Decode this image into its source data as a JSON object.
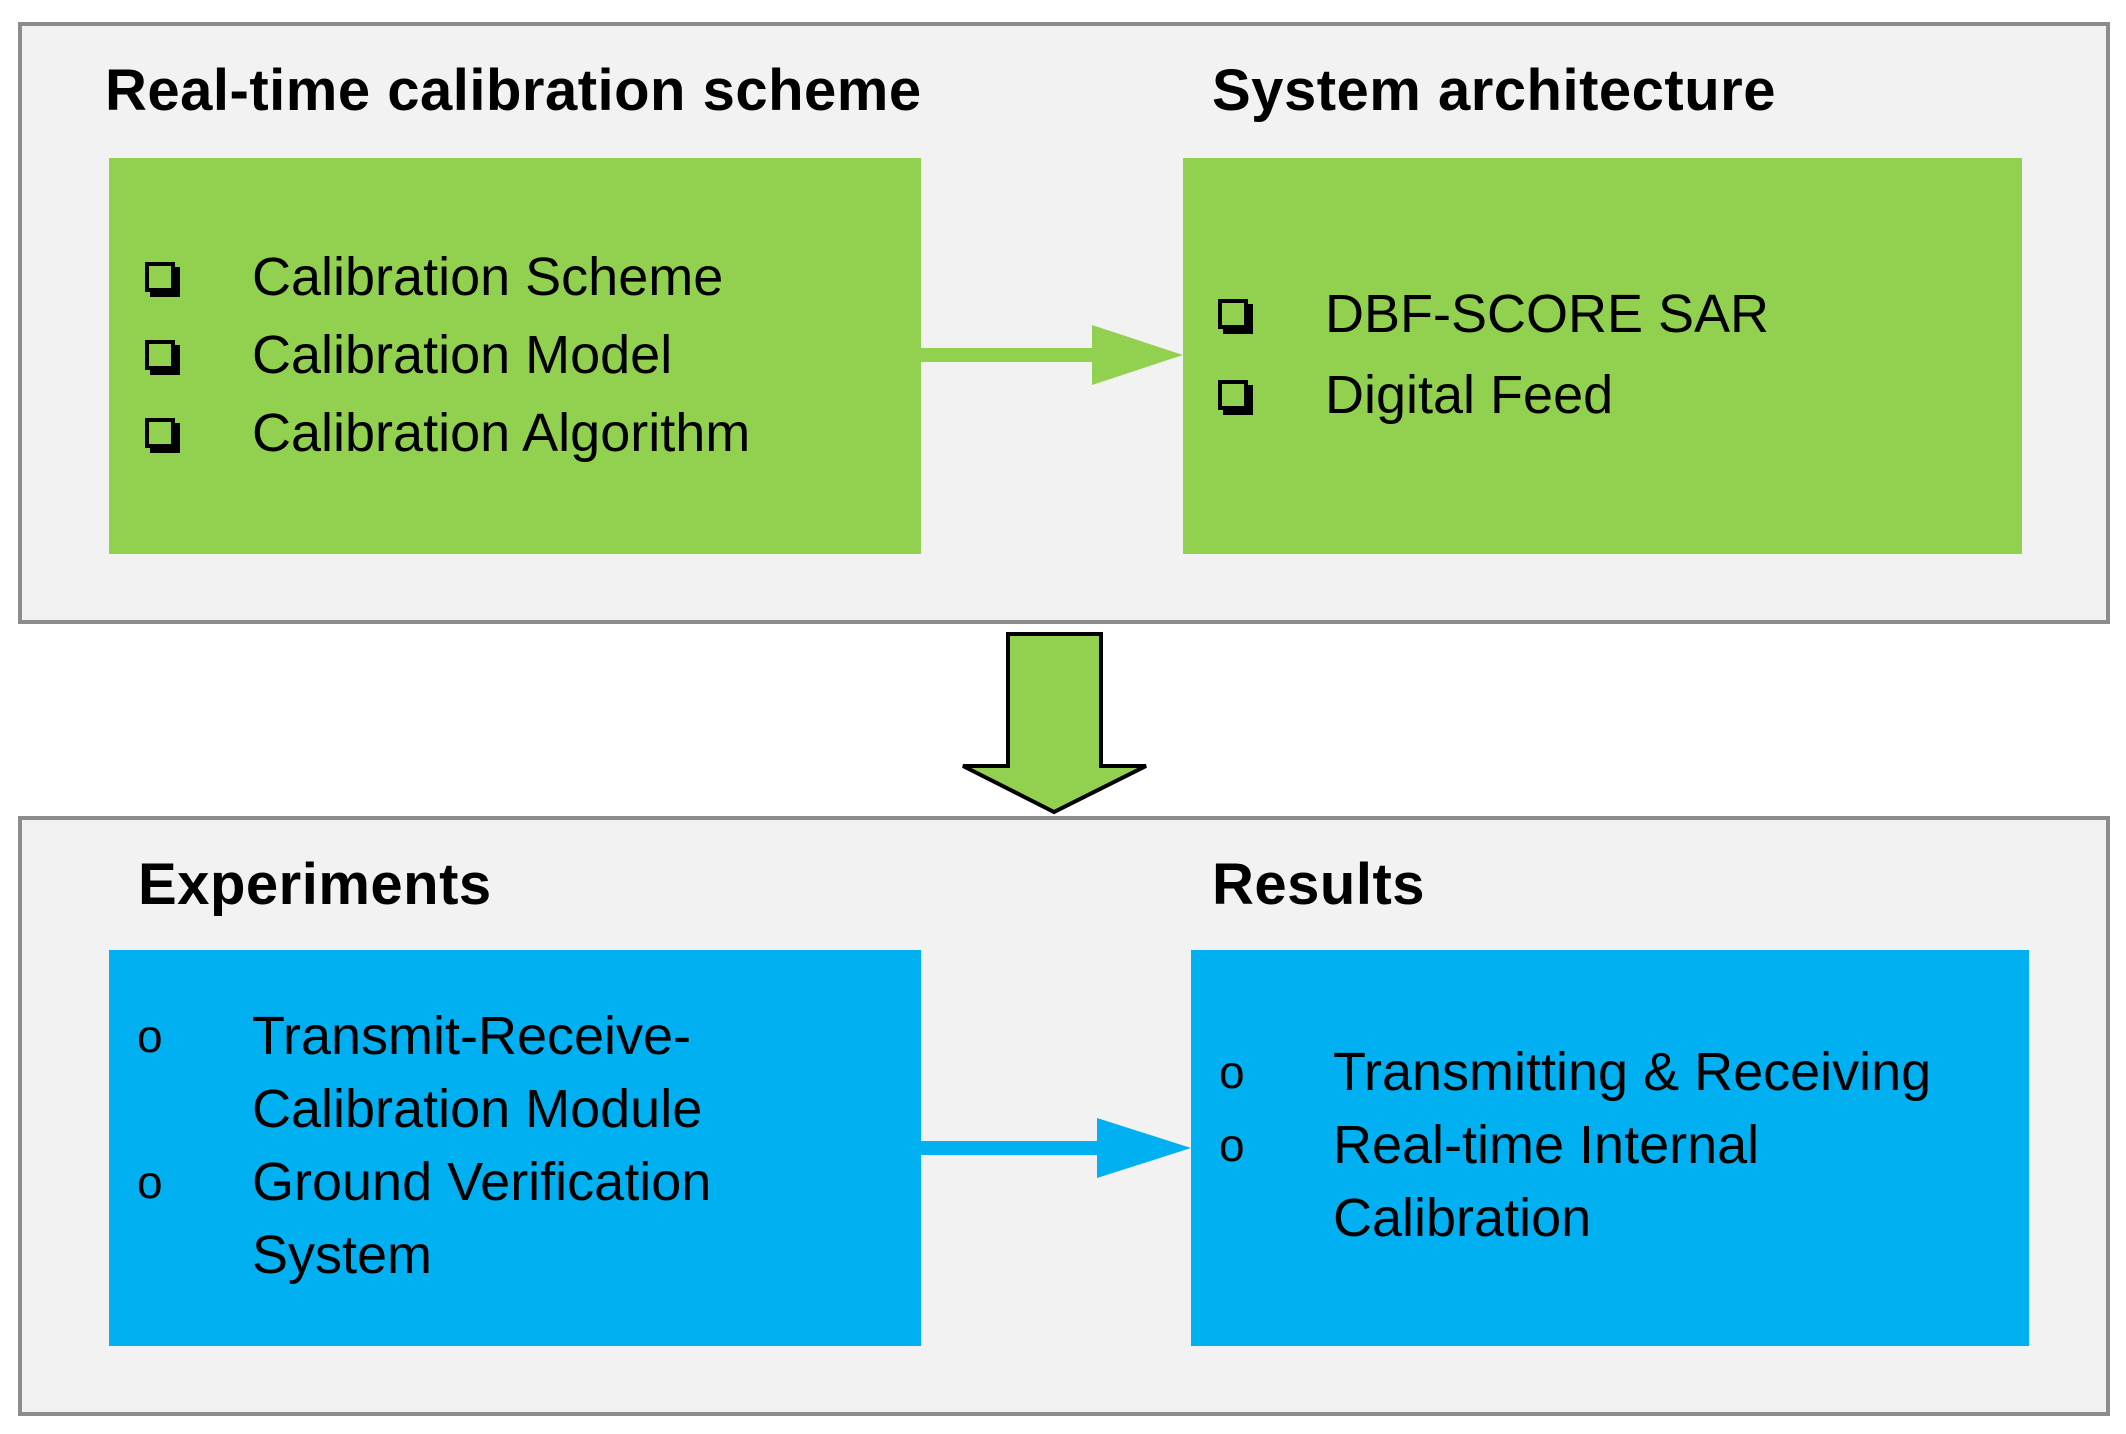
{
  "panels": {
    "top": {
      "left_heading": "Real-time calibration scheme",
      "right_heading": "System architecture",
      "left_items": [
        "Calibration Scheme",
        "Calibration Model",
        "Calibration Algorithm"
      ],
      "right_items": [
        "DBF-SCORE SAR",
        "Digital Feed"
      ]
    },
    "bottom": {
      "left_heading": "Experiments",
      "right_heading": "Results",
      "left_items": [
        {
          "lines": [
            "Transmit-Receive-",
            "Calibration Module"
          ]
        },
        {
          "lines": [
            "Ground Verification",
            "System"
          ]
        }
      ],
      "right_items": [
        {
          "lines": [
            "Transmitting & Receiving"
          ]
        },
        {
          "lines": [
            "Real-time Internal",
            "Calibration"
          ]
        }
      ]
    }
  },
  "bullets": {
    "square": "❑",
    "circle": "o"
  },
  "colors": {
    "panel_bg": "#f2f2f2",
    "panel_border": "#8c8c8c",
    "green_box": "#92d050",
    "blue_box": "#00b0f0"
  }
}
